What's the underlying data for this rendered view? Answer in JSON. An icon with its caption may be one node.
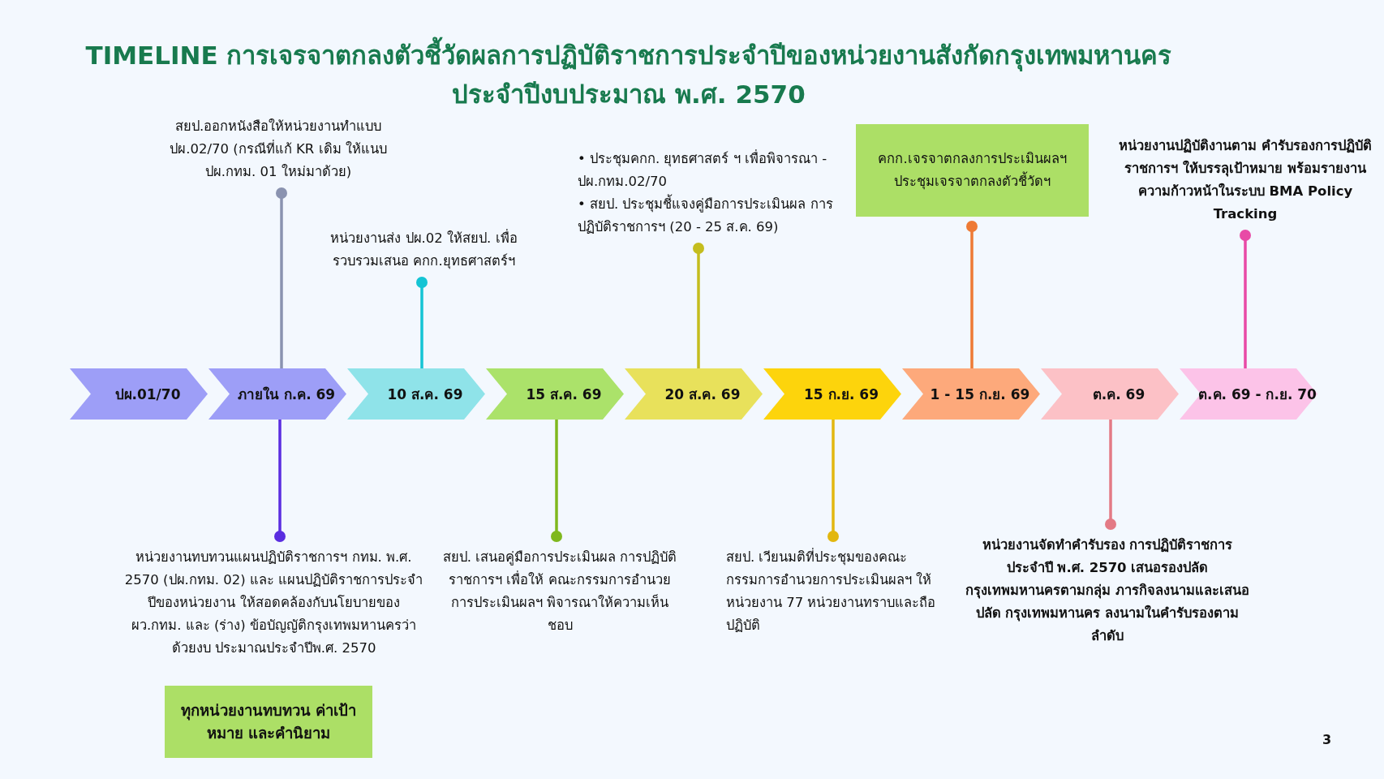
{
  "diagram": {
    "title": "TIMELINE การเจรจาตกลงตัวชี้วัดผลการปฏิบัติราชการประจำปีของหน่วยงานสังกัดกรุงเทพมหานคร ประจำปีงบประมาณ พ.ศ. 2570",
    "nodes": [
      {
        "text": [
          "ปผ.01/70"
        ]
      },
      {
        "text": [
          "ภายใน ก.ค. 69"
        ]
      },
      {
        "text": [
          "10 ส.ค. 69"
        ]
      },
      {
        "text": [
          "15 ส.ค. 69"
        ]
      },
      {
        "text": [
          "20 ส.ค. 69"
        ]
      },
      {
        "text": [
          "15 ก.ย. 69"
        ]
      },
      {
        "text": [
          "1 - 15 ก.ย. 69"
        ]
      },
      {
        "text": [
          "ต.ค. 69"
        ]
      },
      {
        "text": [
          "ต.ค. 69 - ก.ย. 70"
        ]
      },
      {
        "text": [
          "สยป.ออกหนังสือให้หน่วยงานทำแบบ ปผ.02/70 (กรณีที่แก้ KR เดิม ให้แนบ ปผ.กทม. 01 ใหม่มาด้วย)"
        ]
      },
      {
        "text": [
          "หน่วยงานส่ง ปผ.02 ให้สยป. เพื่อรวบรวมเสนอ คกก.ยุทธศาสตร์ฯ"
        ]
      },
      {
        "text": [
          "• ประชุมคกก. ยุทธศาสตร์ ฯ เพื่อพิจารณา - ปผ.กทม.02/70",
          "• สยป. ประชุมชี้แจงคู่มือการประเมินผล การปฏิบัติราชการฯ (20 - 25 ส.ค. 69)"
        ]
      },
      {
        "text": [
          "คกก.เจรจาตกลงการประเมินผลฯ ประชุมเจรจาตกลงตัวชี้วัดฯ"
        ]
      },
      {
        "text": [
          "หน่วยงานปฏิบัติงานตาม คำรับรองการปฏิบัติราชการฯ ให้บรรลุเป้าหมาย พร้อมรายงาน ความก้าวหน้าในระบบ BMA Policy Tracking"
        ]
      },
      {
        "text": [
          "หน่วยงานทบทวนแผนปฏิบัติราชการฯ กทม. พ.ศ. 2570 (ปผ.กทม. 02) และ แผนปฏิบัติราชการประจำปีของหน่วยงาน ให้สอดคล้องกับนโยบายของ ผว.กทม. และ (ร่าง) ข้อบัญญัติกรุงเทพมหานครว่าด้วยงบ ประมาณประจำปีพ.ศ. 2570"
        ]
      },
      {
        "text": [
          "ทุกหน่วยงานทบทวน ค่าเป้าหมาย และคำนิยาม"
        ]
      },
      {
        "text": [
          "สยป.  เสนอคู่มือการประเมินผล การปฏิบัติราชการฯ เพื่อให้ คณะกรรมการอำนวยการประเมินผลฯ พิจารณาให้ความเห็นชอบ"
        ]
      },
      {
        "text": [
          "สยป. เวียนมติที่ประชุมของคณะ กรรมการอำนวยการประเมินผลฯ ให้ หน่วยงาน 77 หน่วยงานทราบและถือ ปฏิบัติ"
        ]
      },
      {
        "text": [
          "หน่วยงานจัดทำคำรับรอง การปฏิบัติราชการ ประจำปี พ.ศ. 2570 เสนอรองปลัดกรุงเทพมหานครตามกลุ่ม ภารกิจลงนามและเสนอปลัด กรุงเทพมหานคร ลงนามในคำรับรองตาม ลำดับ"
        ]
      }
    ],
    "edges": [
      {
        "from": 9,
        "to": 1,
        "arrow": "other",
        "color": "#8a93b0"
      },
      {
        "from": 10,
        "to": 2,
        "arrow": "other",
        "color": "#14c4d4"
      },
      {
        "from": 11,
        "to": 4,
        "arrow": "other",
        "color": "#c4bd1e"
      },
      {
        "from": 12,
        "to": 6,
        "arrow": "other",
        "color": "#ee7a35"
      },
      {
        "from": 13,
        "to": 8,
        "arrow": "other",
        "color": "#e84aa6"
      },
      {
        "from": 14,
        "to": 1,
        "arrow": "other",
        "color": "#5a2de0"
      },
      {
        "from": 16,
        "to": 3,
        "arrow": "other",
        "color": "#7fb81e"
      },
      {
        "from": 17,
        "to": 5,
        "arrow": "other",
        "color": "#e2b70f"
      },
      {
        "from": 18,
        "to": 7,
        "arrow": "other",
        "color": "#e37a85"
      }
    ],
    "labels": [
      "3"
    ]
  }
}
